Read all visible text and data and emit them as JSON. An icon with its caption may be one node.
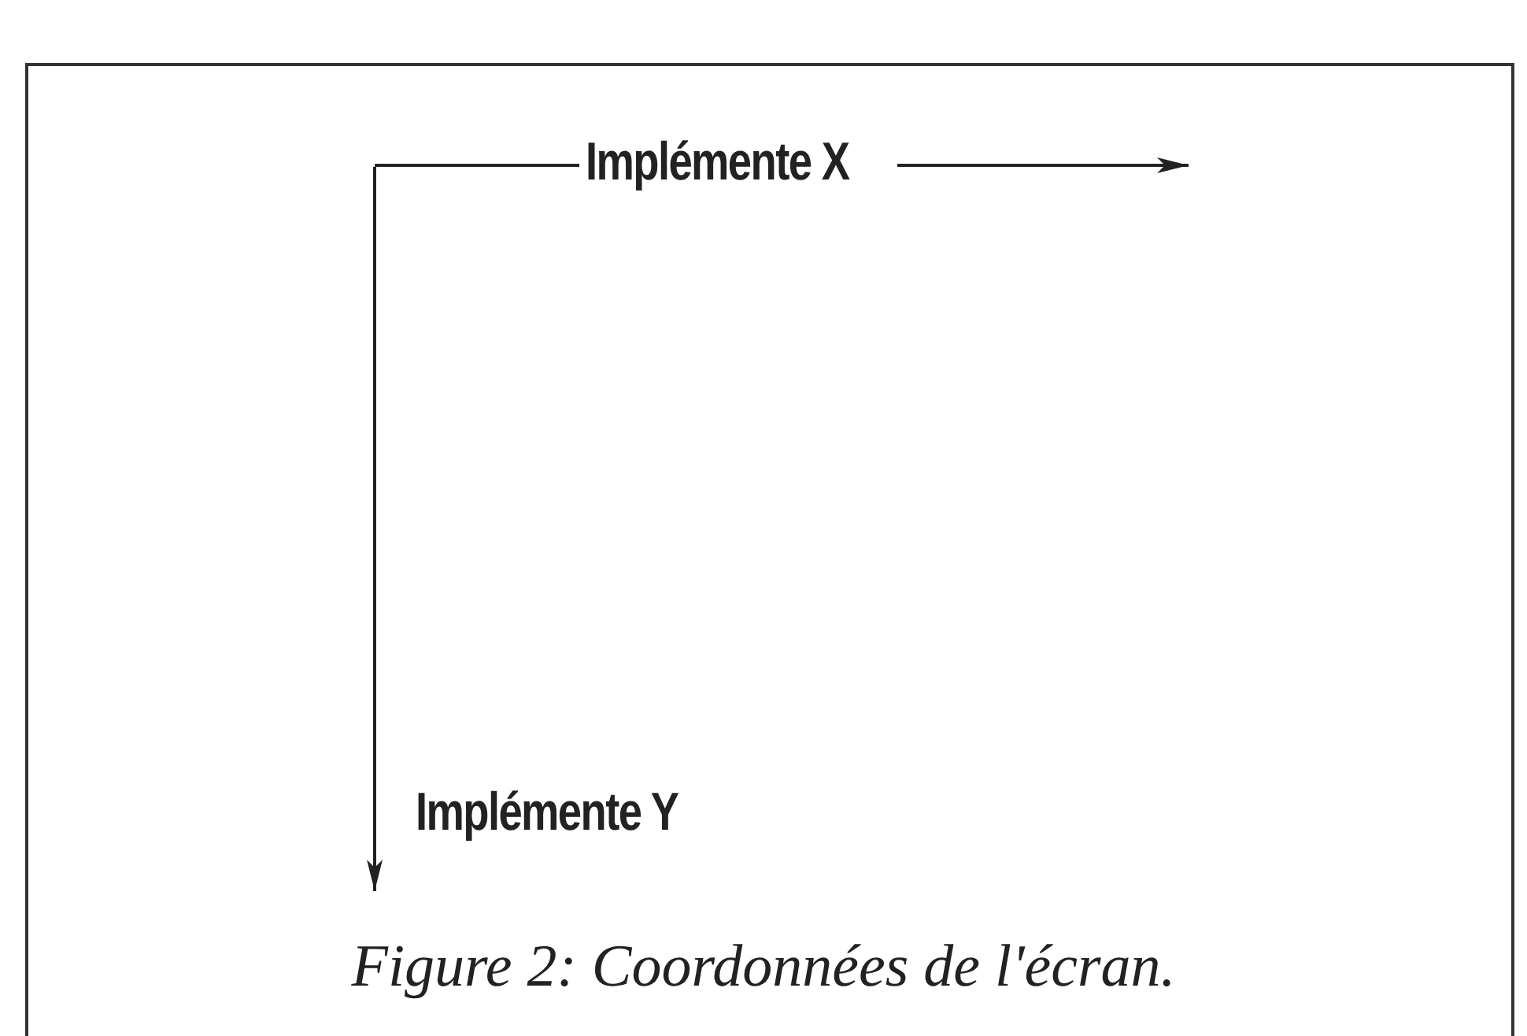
{
  "diagram": {
    "caption": "Figure 2: Coordonnées de l'écran.",
    "labels": [
      "Implémente X",
      "Implémente Y"
    ]
  }
}
